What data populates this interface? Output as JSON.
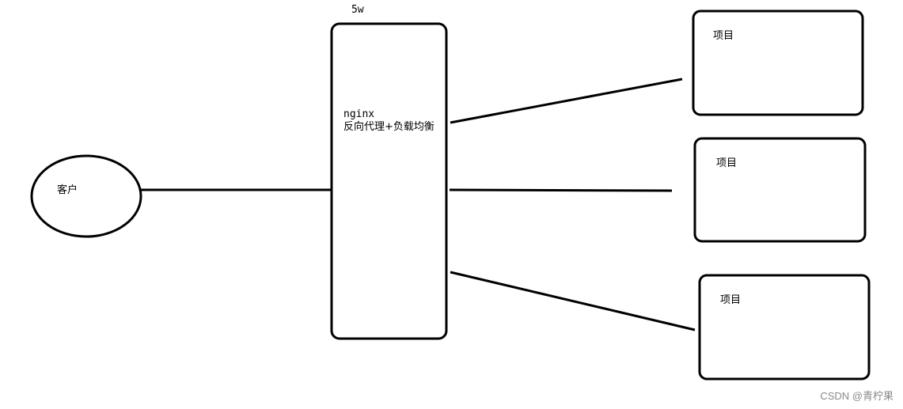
{
  "client": {
    "label": "客户"
  },
  "proxy": {
    "top_label": "5w",
    "name": "nginx",
    "description": "反向代理+负载均衡"
  },
  "projects": [
    {
      "label": "项目"
    },
    {
      "label": "项目"
    },
    {
      "label": "项目"
    }
  ],
  "watermark": "CSDN @青柠果",
  "colors": {
    "stroke": "#000000",
    "background": "#ffffff",
    "watermark": "#8a8a8a"
  }
}
